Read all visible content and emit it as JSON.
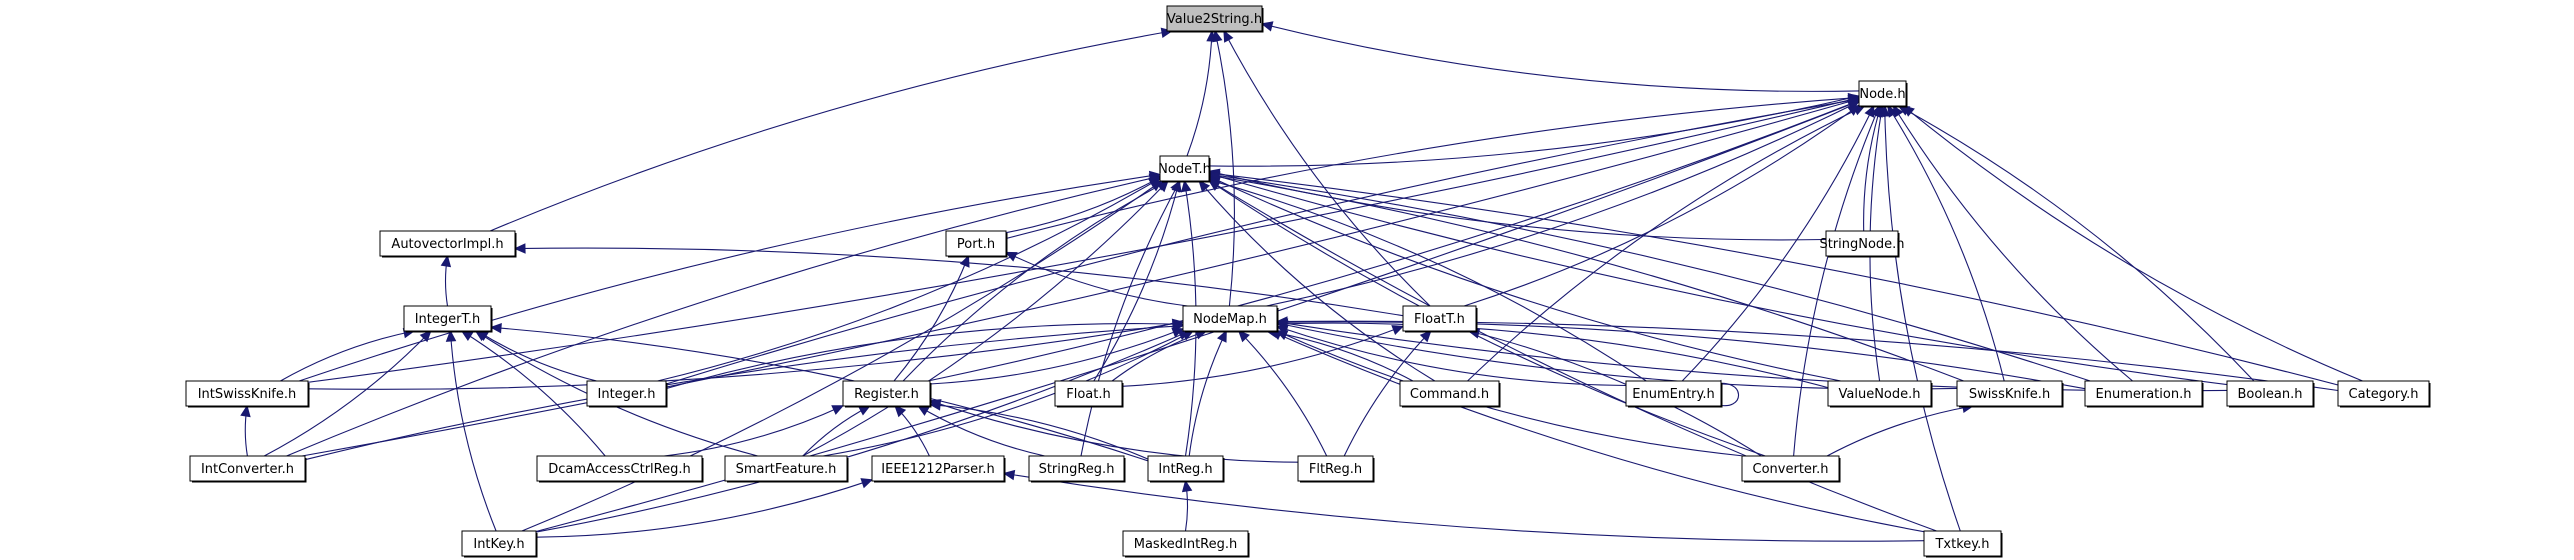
{
  "diagram": {
    "type": "include-dependency-graph",
    "root": "Value2String.h",
    "edge_color": "#191970",
    "root_fill": "#bfbfbf",
    "nodes": [
      {
        "id": "Value2String",
        "label": "Value2String.h",
        "root": true
      },
      {
        "id": "Node",
        "label": "Node.h"
      },
      {
        "id": "NodeT",
        "label": "NodeT.h"
      },
      {
        "id": "StringNode",
        "label": "StringNode.h"
      },
      {
        "id": "AutovectorImpl",
        "label": "AutovectorImpl.h"
      },
      {
        "id": "Port",
        "label": "Port.h"
      },
      {
        "id": "IntegerT",
        "label": "IntegerT.h"
      },
      {
        "id": "NodeMap",
        "label": "NodeMap.h"
      },
      {
        "id": "FloatT",
        "label": "FloatT.h"
      },
      {
        "id": "IntSwissKnife",
        "label": "IntSwissKnife.h"
      },
      {
        "id": "Integer",
        "label": "Integer.h"
      },
      {
        "id": "Register",
        "label": "Register.h"
      },
      {
        "id": "Float",
        "label": "Float.h"
      },
      {
        "id": "Command",
        "label": "Command.h"
      },
      {
        "id": "EnumEntry",
        "label": "EnumEntry.h"
      },
      {
        "id": "ValueNode",
        "label": "ValueNode.h"
      },
      {
        "id": "SwissKnife",
        "label": "SwissKnife.h"
      },
      {
        "id": "Enumeration",
        "label": "Enumeration.h"
      },
      {
        "id": "Boolean",
        "label": "Boolean.h"
      },
      {
        "id": "Category",
        "label": "Category.h"
      },
      {
        "id": "IntConverter",
        "label": "IntConverter.h"
      },
      {
        "id": "DcamAccessCtrlReg",
        "label": "DcamAccessCtrlReg.h"
      },
      {
        "id": "SmartFeature",
        "label": "SmartFeature.h"
      },
      {
        "id": "IEEE1212Parser",
        "label": "IEEE1212Parser.h"
      },
      {
        "id": "StringReg",
        "label": "StringReg.h"
      },
      {
        "id": "IntReg",
        "label": "IntReg.h"
      },
      {
        "id": "FltReg",
        "label": "FltReg.h"
      },
      {
        "id": "Converter",
        "label": "Converter.h"
      },
      {
        "id": "IntKey",
        "label": "IntKey.h"
      },
      {
        "id": "MaskedIntReg",
        "label": "MaskedIntReg.h"
      },
      {
        "id": "Txtkey",
        "label": "Txtkey.h"
      }
    ],
    "edges": [
      [
        "Node",
        "Value2String"
      ],
      [
        "NodeT",
        "Value2String"
      ],
      [
        "AutovectorImpl",
        "Value2String"
      ],
      [
        "NodeMap",
        "Value2String"
      ],
      [
        "FloatT",
        "Value2String"
      ],
      [
        "NodeT",
        "Node"
      ],
      [
        "StringNode",
        "Node"
      ],
      [
        "NodeMap",
        "Node"
      ],
      [
        "Port",
        "Node"
      ],
      [
        "IntSwissKnife",
        "Node"
      ],
      [
        "Integer",
        "Node"
      ],
      [
        "Register",
        "Node"
      ],
      [
        "Command",
        "Node"
      ],
      [
        "EnumEntry",
        "Node"
      ],
      [
        "ValueNode",
        "Node"
      ],
      [
        "SwissKnife",
        "Node"
      ],
      [
        "Enumeration",
        "Node"
      ],
      [
        "Boolean",
        "Node"
      ],
      [
        "Category",
        "Node"
      ],
      [
        "IntConverter",
        "Node"
      ],
      [
        "Converter",
        "Node"
      ],
      [
        "IntKey",
        "Node"
      ],
      [
        "Txtkey",
        "Node"
      ],
      [
        "FloatT",
        "Node"
      ],
      [
        "StringNode",
        "NodeT"
      ],
      [
        "Port",
        "NodeT"
      ],
      [
        "IntSwissKnife",
        "NodeT"
      ],
      [
        "Integer",
        "NodeT"
      ],
      [
        "Register",
        "NodeT"
      ],
      [
        "Float",
        "NodeT"
      ],
      [
        "Command",
        "NodeT"
      ],
      [
        "EnumEntry",
        "NodeT"
      ],
      [
        "ValueNode",
        "NodeT"
      ],
      [
        "SwissKnife",
        "NodeT"
      ],
      [
        "Boolean",
        "NodeT"
      ],
      [
        "Category",
        "NodeT"
      ],
      [
        "IntConverter",
        "NodeT"
      ],
      [
        "SmartFeature",
        "NodeT"
      ],
      [
        "StringReg",
        "NodeT"
      ],
      [
        "IntReg",
        "NodeT"
      ],
      [
        "Converter",
        "NodeT"
      ],
      [
        "IntKey",
        "NodeT"
      ],
      [
        "Txtkey",
        "NodeT"
      ],
      [
        "Enumeration",
        "NodeT"
      ],
      [
        "IntegerT",
        "AutovectorImpl"
      ],
      [
        "FloatT",
        "AutovectorImpl"
      ],
      [
        "NodeMap",
        "Port"
      ],
      [
        "Register",
        "Port"
      ],
      [
        "IntSwissKnife",
        "IntegerT"
      ],
      [
        "IntConverter",
        "IntegerT"
      ],
      [
        "Integer",
        "IntegerT"
      ],
      [
        "DcamAccessCtrlReg",
        "IntegerT"
      ],
      [
        "SmartFeature",
        "IntegerT"
      ],
      [
        "IntReg",
        "IntegerT"
      ],
      [
        "IntKey",
        "IntegerT"
      ],
      [
        "IntSwissKnife",
        "NodeMap"
      ],
      [
        "Integer",
        "NodeMap"
      ],
      [
        "Register",
        "NodeMap"
      ],
      [
        "Float",
        "NodeMap"
      ],
      [
        "Command",
        "NodeMap"
      ],
      [
        "EnumEntry",
        "NodeMap"
      ],
      [
        "ValueNode",
        "NodeMap"
      ],
      [
        "SwissKnife",
        "NodeMap"
      ],
      [
        "Enumeration",
        "NodeMap"
      ],
      [
        "Boolean",
        "NodeMap"
      ],
      [
        "Category",
        "NodeMap"
      ],
      [
        "IntConverter",
        "NodeMap"
      ],
      [
        "SmartFeature",
        "NodeMap"
      ],
      [
        "IntReg",
        "NodeMap"
      ],
      [
        "FltReg",
        "NodeMap"
      ],
      [
        "Converter",
        "NodeMap"
      ],
      [
        "IntKey",
        "NodeMap"
      ],
      [
        "Txtkey",
        "NodeMap"
      ],
      [
        "Float",
        "FloatT"
      ],
      [
        "FltReg",
        "FloatT"
      ],
      [
        "Converter",
        "FloatT"
      ],
      [
        "IntConverter",
        "IntSwissKnife"
      ],
      [
        "DcamAccessCtrlReg",
        "Register"
      ],
      [
        "SmartFeature",
        "Register"
      ],
      [
        "IEEE1212Parser",
        "Register"
      ],
      [
        "StringReg",
        "Register"
      ],
      [
        "IntReg",
        "Register"
      ],
      [
        "FltReg",
        "Register"
      ],
      [
        "EnumEntry",
        "EnumEntry"
      ],
      [
        "Converter",
        "SwissKnife"
      ],
      [
        "IntKey",
        "IEEE1212Parser"
      ],
      [
        "Txtkey",
        "IEEE1212Parser"
      ],
      [
        "MaskedIntReg",
        "IntReg"
      ]
    ]
  }
}
